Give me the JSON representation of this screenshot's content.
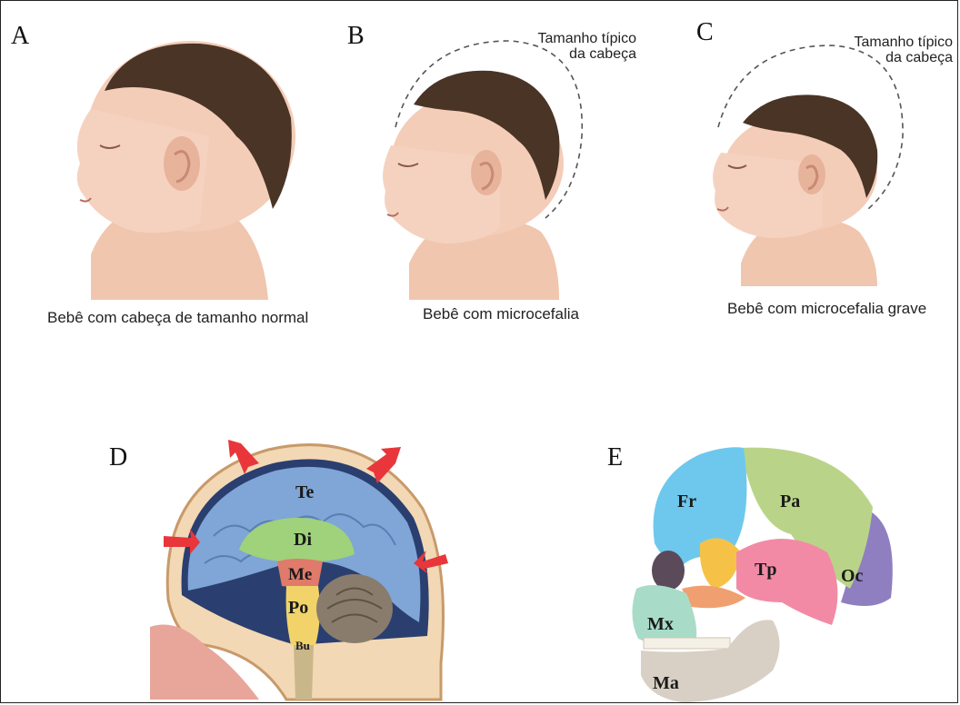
{
  "panels": {
    "a": {
      "letter": "A",
      "caption": "Bebê com cabeça de tamanho normal"
    },
    "b": {
      "letter": "B",
      "caption": "Bebê com microcefalia",
      "typical_line1": "Tamanho típico",
      "typical_line2": "da cabeça"
    },
    "c": {
      "letter": "C",
      "caption": "Bebê com microcefalia grave",
      "typical_line1": "Tamanho típico",
      "typical_line2": "da cabeça"
    },
    "d": {
      "letter": "D",
      "labels": {
        "te": "Te",
        "di": "Di",
        "me": "Me",
        "po": "Po",
        "bu": "Bu"
      }
    },
    "e": {
      "letter": "E",
      "labels": {
        "fr": "Fr",
        "pa": "Pa",
        "tp": "Tp",
        "oc": "Oc",
        "mx": "Mx",
        "ma": "Ma"
      }
    }
  },
  "colors": {
    "skin": "#f2c9b4",
    "hair": "#4a3426",
    "cortex": "#7fa6d6",
    "diencephalon": "#9fd27a",
    "midbrain": "#e07a6a",
    "pons": "#f2d36a",
    "arrow": "#e8363b",
    "frontal": "#6ec8ee",
    "parietal": "#b9d488",
    "temporal": "#f28aa6",
    "occipital": "#8f7fc0",
    "maxilla": "#a8dcc8",
    "mandible": "#d8d0c4"
  }
}
